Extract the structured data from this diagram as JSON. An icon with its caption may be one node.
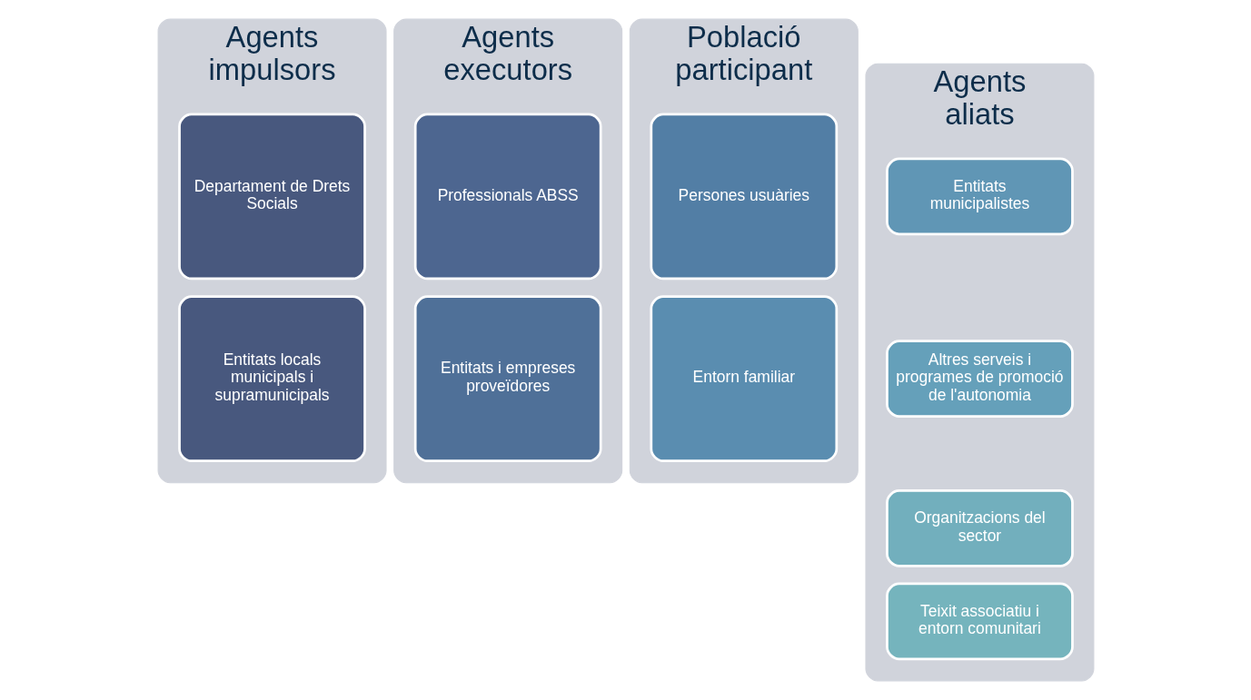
{
  "diagram": {
    "nodes": [
      {
        "text": [
          "Agents impulsors"
        ]
      },
      {
        "text": [
          "Departament de Drets Socials"
        ],
        "in": 0
      },
      {
        "text": [
          "Entitats locals municipals i supramunicipals"
        ],
        "in": 0
      },
      {
        "text": [
          "Agents executors"
        ]
      },
      {
        "text": [
          "Professionals ABSS"
        ],
        "in": 3
      },
      {
        "text": [
          "Entitats i empreses proveïdores"
        ],
        "in": 3
      },
      {
        "text": [
          "Població participant"
        ]
      },
      {
        "text": [
          "Persones usuàries"
        ],
        "in": 6
      },
      {
        "text": [
          "Entorn familiar"
        ],
        "in": 6
      },
      {
        "text": [
          "Agents aliats"
        ]
      },
      {
        "text": [
          "Entitats municipalistes"
        ],
        "in": 9
      },
      {
        "text": [
          "Altres serveis i programes de promoció de l'autonomia"
        ],
        "in": 9
      },
      {
        "text": [
          "Organitzacions del sector"
        ],
        "in": 9
      },
      {
        "text": [
          "Teixit associatiu i entorn comunitari"
        ],
        "in": 9
      }
    ],
    "edges": []
  }
}
